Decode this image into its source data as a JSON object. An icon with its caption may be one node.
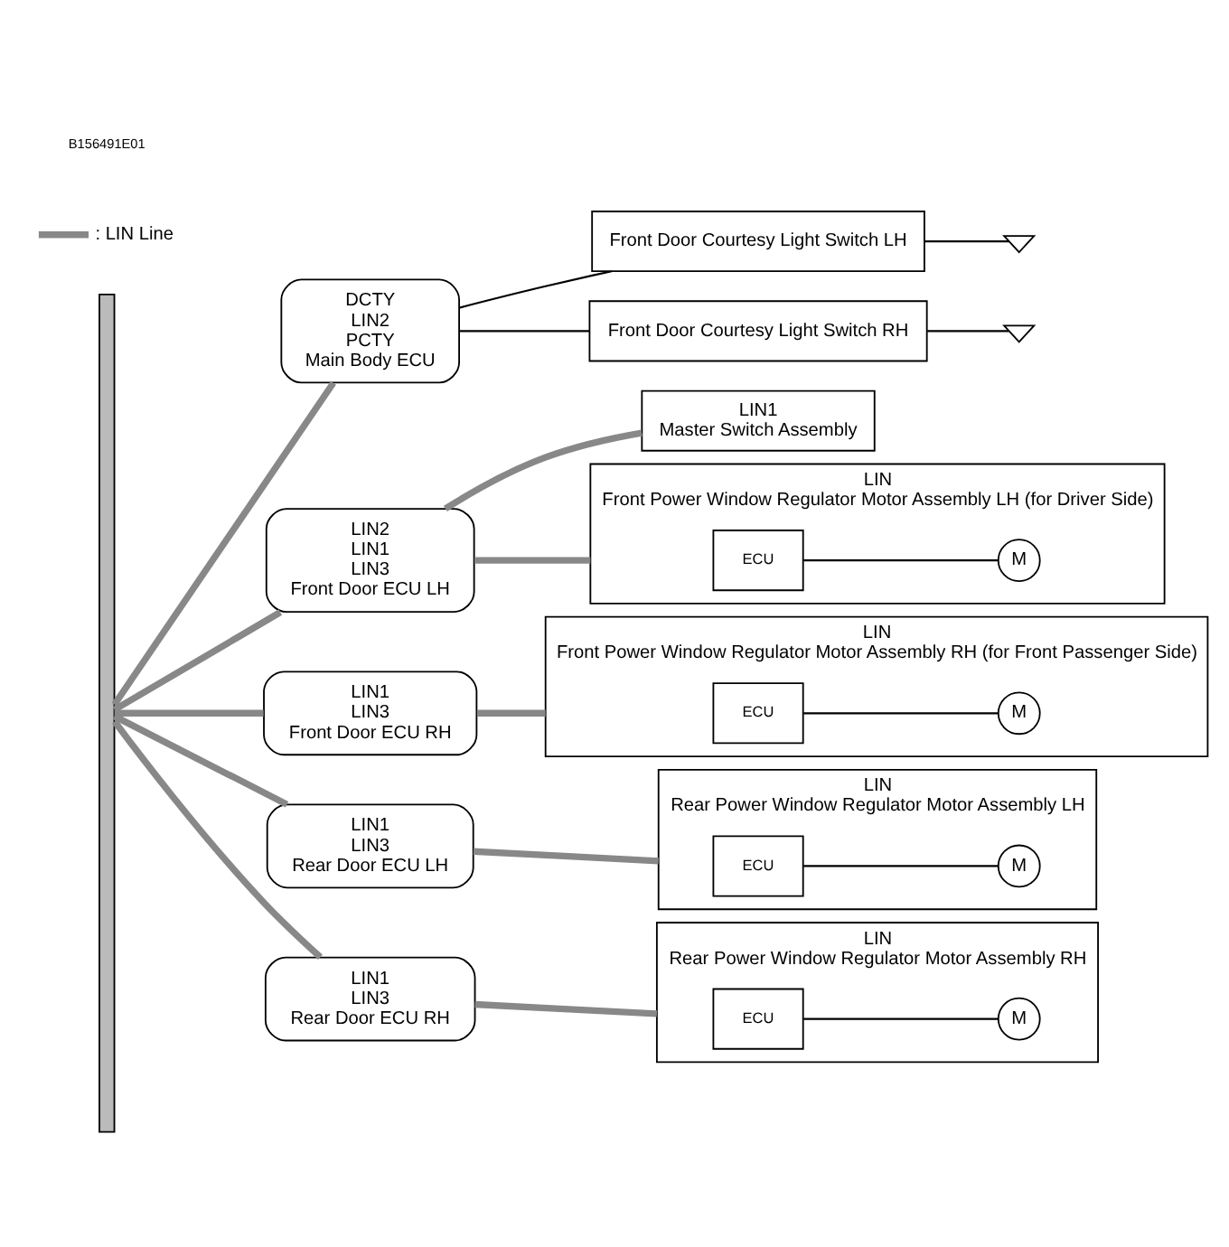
{
  "diagram": {
    "nodes": [
      {
        "text": [],
        "shape": "bar"
      },
      {
        "text": [
          "DCTY",
          "LIN2",
          "PCTY",
          "Main Body ECU"
        ]
      },
      {
        "text": [
          "Front Door Courtesy Light Switch LH"
        ]
      },
      {
        "text": [],
        "shape": "ground"
      },
      {
        "text": [
          "Front Door Courtesy Light Switch RH"
        ]
      },
      {
        "text": [],
        "shape": "ground"
      },
      {
        "text": [
          "LIN2",
          "LIN1",
          "LIN3",
          "Front Door ECU LH"
        ]
      },
      {
        "text": [
          "LIN1",
          "Master Switch Assembly"
        ]
      },
      {
        "text": [
          "LIN",
          "Front Power Window Regulator Motor Assembly LH (for Driver Side)"
        ]
      },
      {
        "text": [
          "ECU"
        ],
        "in": 8
      },
      {
        "text": [
          "M"
        ],
        "in": 8
      },
      {
        "text": [
          "LIN1",
          "LIN3",
          "Front Door ECU RH"
        ]
      },
      {
        "text": [
          "LIN",
          "Front Power Window Regulator Motor Assembly RH (for Front Passenger Side)"
        ]
      },
      {
        "text": [
          "ECU"
        ],
        "in": 12
      },
      {
        "text": [
          "M"
        ],
        "in": 12
      },
      {
        "text": [
          "LIN1",
          "LIN3",
          "Rear Door ECU LH"
        ]
      },
      {
        "text": [
          "LIN",
          "Rear Power Window Regulator Motor Assembly LH"
        ]
      },
      {
        "text": [
          "ECU"
        ],
        "in": 16
      },
      {
        "text": [
          "M"
        ],
        "in": 16
      },
      {
        "text": [
          "LIN1",
          "LIN3",
          "Rear Door ECU RH"
        ]
      },
      {
        "text": [
          "LIN",
          "Rear Power Window Regulator Motor Assembly RH"
        ]
      },
      {
        "text": [
          "ECU"
        ],
        "in": 20
      },
      {
        "text": [
          "M"
        ],
        "in": 20
      }
    ],
    "edges": [
      {
        "from": 0,
        "to": 1,
        "arrow": "none"
      },
      {
        "from": 1,
        "to": 2,
        "arrow": "none",
        "color": "#000000"
      },
      {
        "from": 2,
        "to": 3,
        "arrow": "none",
        "color": "#000000"
      },
      {
        "from": 1,
        "to": 4,
        "arrow": "none",
        "color": "#000000"
      },
      {
        "from": 4,
        "to": 5,
        "arrow": "none",
        "color": "#000000"
      },
      {
        "from": 0,
        "to": 6,
        "arrow": "none"
      },
      {
        "from": 6,
        "to": 7,
        "arrow": "none"
      },
      {
        "from": 6,
        "to": 8,
        "arrow": "none"
      },
      {
        "from": 9,
        "to": 10,
        "arrow": "none",
        "color": "#000000"
      },
      {
        "from": 0,
        "to": 11,
        "arrow": "none"
      },
      {
        "from": 11,
        "to": 12,
        "arrow": "none"
      },
      {
        "from": 13,
        "to": 14,
        "arrow": "none",
        "color": "#000000"
      },
      {
        "from": 0,
        "to": 15,
        "arrow": "none"
      },
      {
        "from": 15,
        "to": 16,
        "arrow": "none"
      },
      {
        "from": 17,
        "to": 18,
        "arrow": "none",
        "color": "#000000"
      },
      {
        "from": 0,
        "to": 19,
        "arrow": "none"
      },
      {
        "from": 19,
        "to": 20,
        "arrow": "none"
      },
      {
        "from": 21,
        "to": 22,
        "arrow": "none",
        "color": "#000000"
      }
    ],
    "labels": [
      "B156491E01"
    ],
    "legend": [
      {
        "text": ": LIN Line"
      }
    ]
  }
}
